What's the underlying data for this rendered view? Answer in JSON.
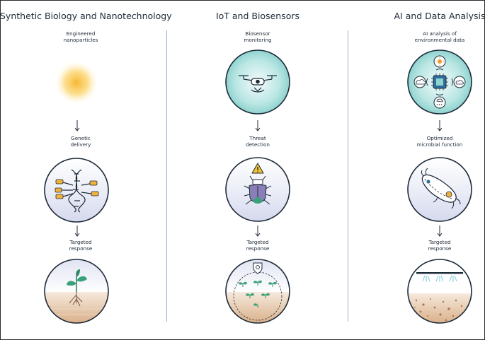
{
  "columns": [
    {
      "title": "Synthetic Biology and Nanotechnology",
      "steps": [
        {
          "line1": "Engineered",
          "line2": "nanoparticles",
          "icon": "glowing-nanoparticle-icon"
        },
        {
          "line1": "Genetic",
          "line2": "delivery",
          "icon": "dna-delivery-icon"
        },
        {
          "line1": "Targeted",
          "line2": "response",
          "icon": "sprouting-plant-icon"
        }
      ]
    },
    {
      "title": "IoT and Biosensors",
      "steps": [
        {
          "line1": "Biosensor",
          "line2": "monitoring",
          "icon": "drone-icon"
        },
        {
          "line1": "Threat",
          "line2": "detection",
          "icon": "beetle-warning-icon"
        },
        {
          "line1": "Targeted",
          "line2": "response",
          "icon": "protected-field-icon"
        }
      ]
    },
    {
      "title": "AI and Data Analysis",
      "steps": [
        {
          "line1": "AI analysis of",
          "line2": "environmental data",
          "icon": "ai-chip-network-icon"
        },
        {
          "line1": "Optimized",
          "line2": "microbial function",
          "icon": "microbe-icon"
        },
        {
          "line1": "Targeted",
          "line2": "response",
          "icon": "soil-sprinkler-icon"
        }
      ]
    }
  ],
  "colors": {
    "navy": "#1d2a38",
    "teal": "#9fdcd8",
    "lavender": "#dfe1f2",
    "soil": "#d9b08c",
    "glow": "#f7b733",
    "leaf": "#3aa27a",
    "divider": "#9ab0c4"
  }
}
